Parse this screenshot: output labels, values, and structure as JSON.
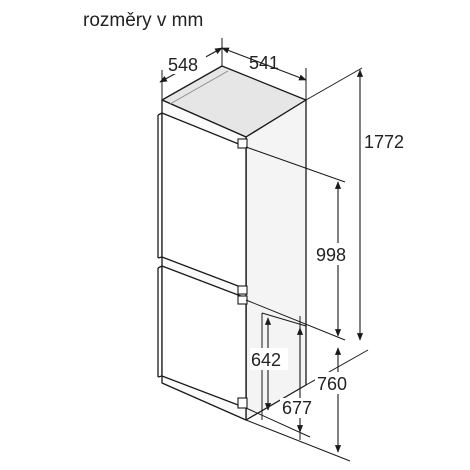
{
  "title": "rozměry v mm",
  "dimensions": {
    "depth": "548",
    "width": "541",
    "height_total": "1772",
    "fridge_height": "998",
    "freezer_height": "642",
    "freezer_plus": "677",
    "cabinet_depth": "760"
  },
  "colors": {
    "line": "#1a1a1a",
    "door": "#ffffff",
    "side": "#f4f4f4",
    "top": "#e6e6e6"
  }
}
